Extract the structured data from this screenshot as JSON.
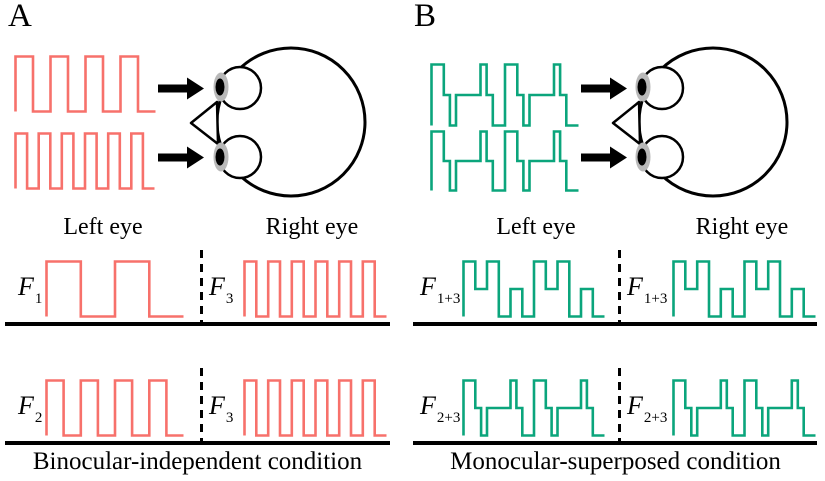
{
  "figure": {
    "f_symbol": "F",
    "panels": [
      {
        "letter": "A",
        "caption": "Binocular-independent condition",
        "left_eye_label": "Left eye",
        "right_eye_label": "Right eye",
        "wave_color": "#f7716b",
        "stimulus_waves": [
          {
            "pattern": "square",
            "cycles": 4
          },
          {
            "pattern": "square",
            "cycles": 6
          }
        ],
        "rows": [
          {
            "left": {
              "sub": "1",
              "wave": {
                "pattern": "square",
                "cycles": 2
              }
            },
            "right": {
              "sub": "3",
              "wave": {
                "pattern": "square",
                "cycles": 6
              }
            }
          },
          {
            "left": {
              "sub": "2",
              "wave": {
                "pattern": "square",
                "cycles": 4
              }
            },
            "right": {
              "sub": "3",
              "wave": {
                "pattern": "square",
                "cycles": 6
              }
            }
          }
        ]
      },
      {
        "letter": "B",
        "caption": "Monocular-superposed condition",
        "left_eye_label": "Left eye",
        "right_eye_label": "Right eye",
        "wave_color": "#0ba57c",
        "stimulus_waves": [
          {
            "pattern": "sum",
            "components": [
              4,
              6
            ]
          },
          {
            "pattern": "sum",
            "components": [
              4,
              6
            ]
          }
        ],
        "rows": [
          {
            "left": {
              "sub": "1+3",
              "wave": {
                "pattern": "sum",
                "components": [
                  2,
                  6
                ]
              }
            },
            "right": {
              "sub": "1+3",
              "wave": {
                "pattern": "sum",
                "components": [
                  2,
                  6
                ]
              }
            }
          },
          {
            "left": {
              "sub": "2+3",
              "wave": {
                "pattern": "sum",
                "components": [
                  4,
                  6
                ]
              }
            },
            "right": {
              "sub": "2+3",
              "wave": {
                "pattern": "sum",
                "components": [
                  4,
                  6
                ]
              }
            }
          }
        ]
      }
    ]
  }
}
